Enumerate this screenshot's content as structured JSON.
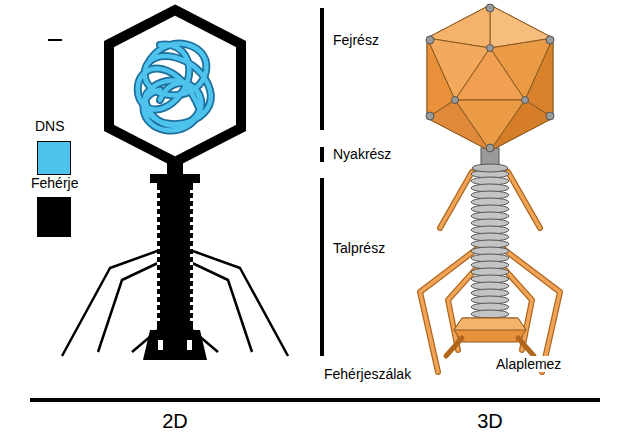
{
  "diagram": {
    "labels": [
      "Fejrész",
      "Nyakrész",
      "Talprész",
      "Fehérjeszálak",
      "Alaplemez",
      "2D",
      "3D"
    ],
    "legend": [
      {
        "text": "DNS",
        "color": "#4dc3ee"
      },
      {
        "text": "Fehérje",
        "color": "#000000"
      }
    ]
  }
}
